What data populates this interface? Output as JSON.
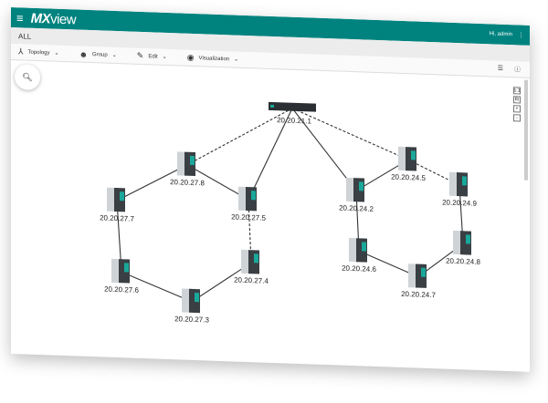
{
  "app": {
    "title_bold": "MX",
    "title_rest": "view",
    "user": "Hi, admin"
  },
  "breadcrumb": "ALL",
  "toolbar": {
    "topology": "Topology",
    "group": "Group",
    "edit": "Edit",
    "visualization": "Visualization"
  },
  "zoom_controls": [
    "1:1",
    "fit",
    "+",
    "-"
  ],
  "topology": {
    "nodes": [
      {
        "id": "c",
        "label": "20.20.21.1",
        "type": "rack"
      },
      {
        "id": "n278",
        "label": "20.20.27.8"
      },
      {
        "id": "n277",
        "label": "20.20.27.7"
      },
      {
        "id": "n275",
        "label": "20.20.27.5"
      },
      {
        "id": "n276",
        "label": "20.20.27.6"
      },
      {
        "id": "n274",
        "label": "20.20.27.4"
      },
      {
        "id": "n273",
        "label": "20.20.27.3"
      },
      {
        "id": "n242",
        "label": "20.20.24.2"
      },
      {
        "id": "n245",
        "label": "20.20.24.5"
      },
      {
        "id": "n249",
        "label": "20.20.24.9"
      },
      {
        "id": "n246",
        "label": "20.20.24.6"
      },
      {
        "id": "n248",
        "label": "20.20.24.8"
      },
      {
        "id": "n247",
        "label": "20.20.24.7"
      }
    ],
    "links": [
      [
        "c",
        "n278",
        "backup"
      ],
      [
        "c",
        "n275",
        "active"
      ],
      [
        "c",
        "n242",
        "active"
      ],
      [
        "c",
        "n245",
        "backup"
      ],
      [
        "n278",
        "n277",
        "active"
      ],
      [
        "n278",
        "n275",
        "active"
      ],
      [
        "n277",
        "n276",
        "active"
      ],
      [
        "n276",
        "n273",
        "active"
      ],
      [
        "n273",
        "n274",
        "active"
      ],
      [
        "n274",
        "n275",
        "backup"
      ],
      [
        "n242",
        "n245",
        "active"
      ],
      [
        "n245",
        "n249",
        "backup"
      ],
      [
        "n249",
        "n248",
        "active"
      ],
      [
        "n248",
        "n247",
        "active"
      ],
      [
        "n247",
        "n246",
        "active"
      ],
      [
        "n246",
        "n242",
        "active"
      ]
    ]
  }
}
